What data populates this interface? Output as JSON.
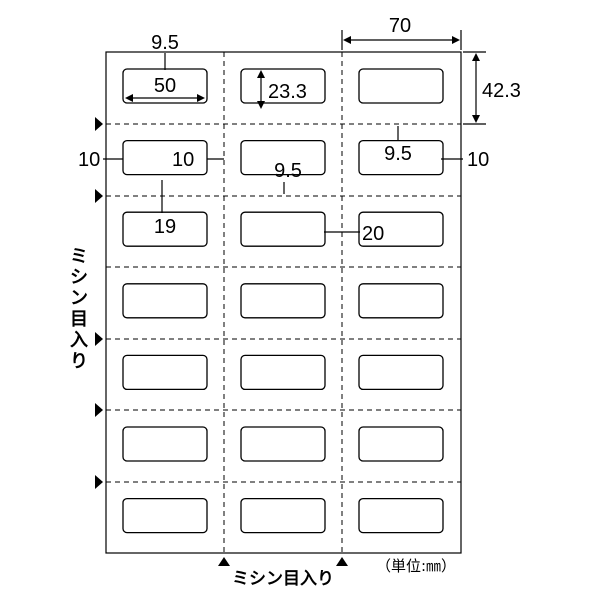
{
  "sheet": {
    "columns": 3,
    "rows": 7,
    "perforated_rows": [
      1,
      2,
      4,
      5
    ]
  },
  "dimensions": {
    "column_width": "70",
    "row_height": "42.3",
    "label_width": "50",
    "label_height": "23.3",
    "label_left_margin": "9.5",
    "label_gap_pitch": "20",
    "label_top_gap": "9.5",
    "label_bottom_gap": "9.5",
    "left_margin": "10",
    "right_margin": "10",
    "right_offset": "10",
    "vertical_offset": "19"
  },
  "labels": {
    "perforation_vertical": "ミシン目入り",
    "perforation_bottom": "ミシン目入り",
    "unit": "（単位:㎜）"
  }
}
